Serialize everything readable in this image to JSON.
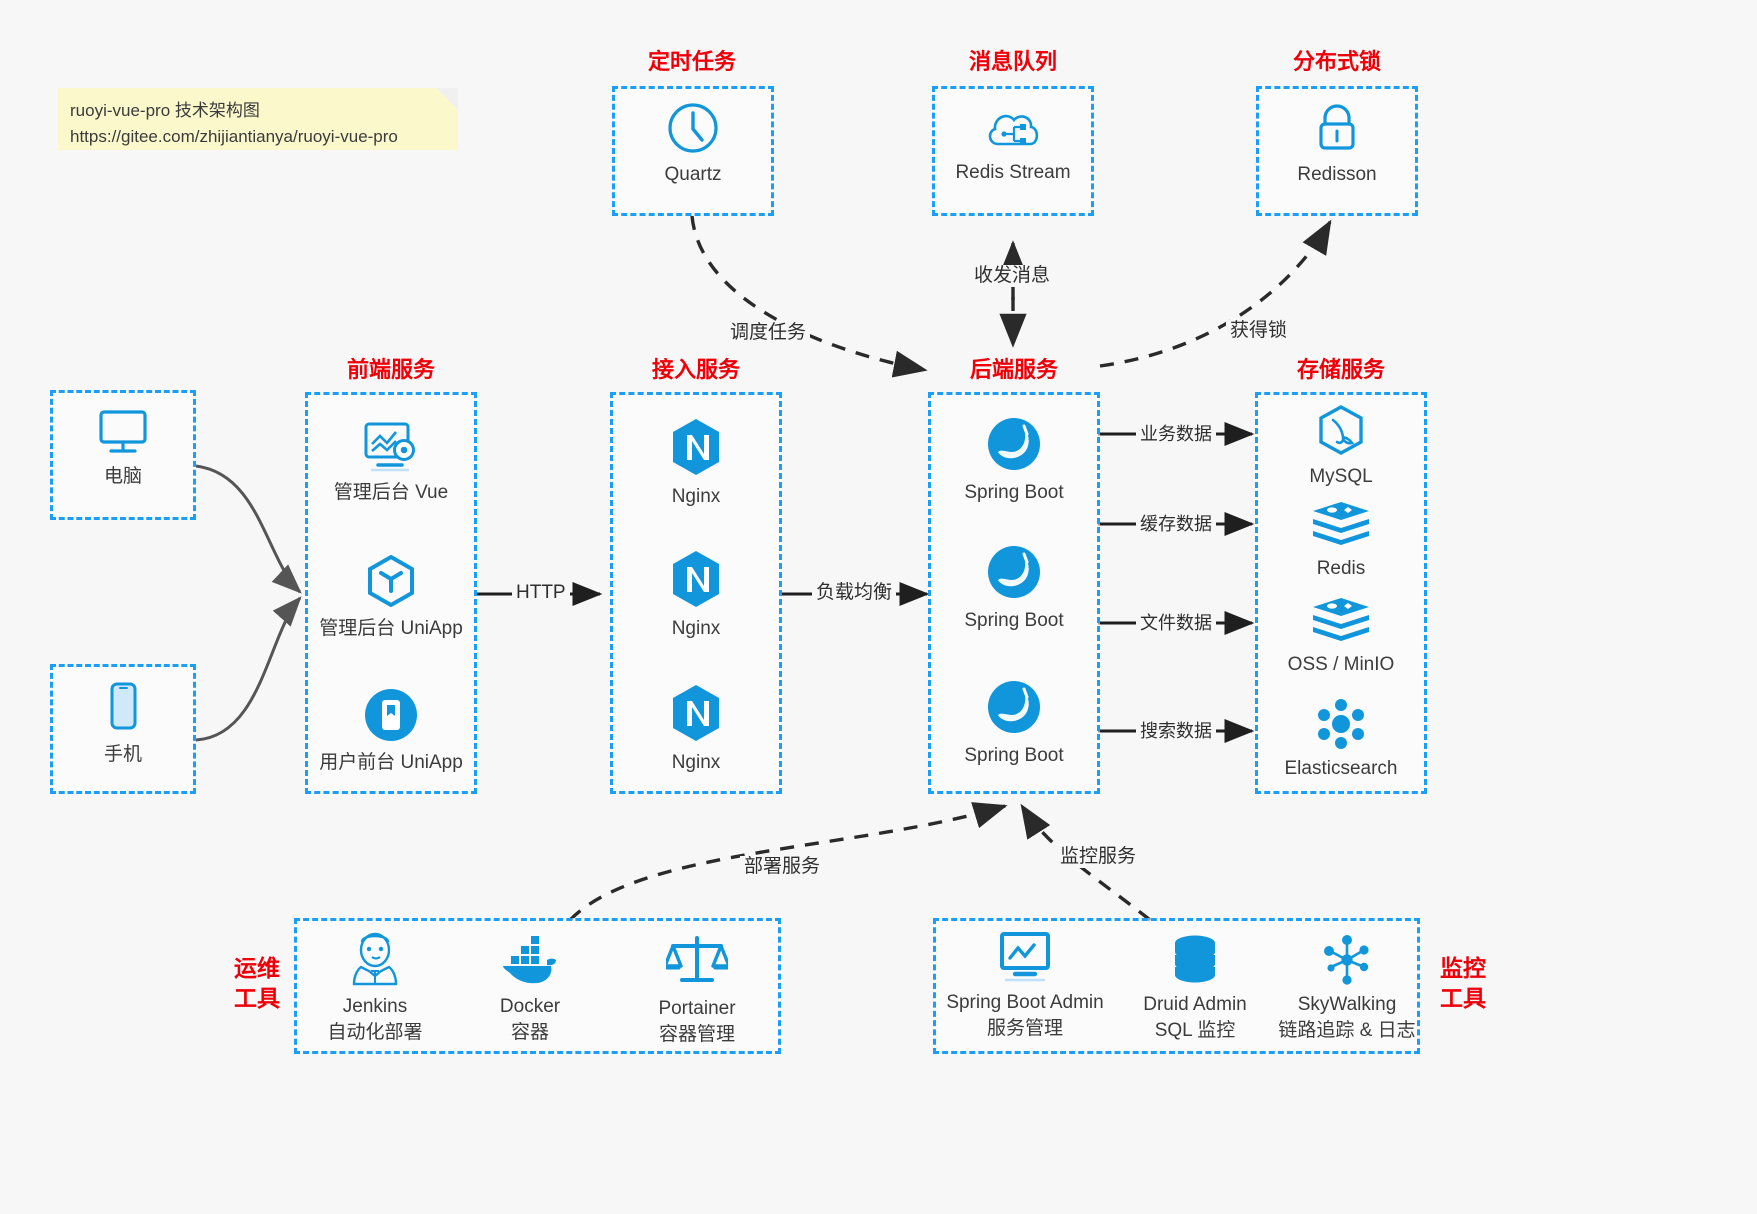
{
  "note": {
    "line1": "ruoyi-vue-pro 技术架构图",
    "line2": "https://gitee.com/zhijiantianya/ruoyi-vue-pro"
  },
  "colors": {
    "group_border": "#1a9ef7",
    "group_title": "#ef0008",
    "icon_blue": "#1296db",
    "canvas": "#f7f7f7",
    "note_bg": "#fbf8cc",
    "arrow": "#1f1f1f",
    "curve": "#555555"
  },
  "groups": {
    "scheduler": {
      "title": "定时任务",
      "nodes": [
        {
          "label": "Quartz",
          "icon": "clock-icon"
        }
      ]
    },
    "mq": {
      "title": "消息队列",
      "nodes": [
        {
          "label": "Redis Stream",
          "icon": "cloud-stream-icon"
        }
      ]
    },
    "lock": {
      "title": "分布式锁",
      "nodes": [
        {
          "label": "Redisson",
          "icon": "lock-icon"
        }
      ]
    },
    "clients": {
      "title": "",
      "nodes": [
        {
          "label": "电脑",
          "icon": "desktop-icon"
        },
        {
          "label": "手机",
          "icon": "mobile-icon"
        }
      ]
    },
    "frontend": {
      "title": "前端服务",
      "nodes": [
        {
          "label": "管理后台 Vue",
          "icon": "dashboard-icon"
        },
        {
          "label": "管理后台 UniApp",
          "icon": "cube-icon"
        },
        {
          "label": "用户前台 UniApp",
          "icon": "app-icon"
        }
      ]
    },
    "gateway": {
      "title": "接入服务",
      "nodes": [
        {
          "label": "Nginx",
          "icon": "nginx-icon"
        },
        {
          "label": "Nginx",
          "icon": "nginx-icon"
        },
        {
          "label": "Nginx",
          "icon": "nginx-icon"
        }
      ]
    },
    "backend": {
      "title": "后端服务",
      "nodes": [
        {
          "label": "Spring Boot",
          "icon": "spring-icon"
        },
        {
          "label": "Spring Boot",
          "icon": "spring-icon"
        },
        {
          "label": "Spring Boot",
          "icon": "spring-icon"
        }
      ]
    },
    "storage": {
      "title": "存储服务",
      "nodes": [
        {
          "label": "MySQL",
          "icon": "mysql-icon"
        },
        {
          "label": "Redis",
          "icon": "redis-icon"
        },
        {
          "label": "OSS / MinIO",
          "icon": "oss-icon"
        },
        {
          "label": "Elasticsearch",
          "icon": "elasticsearch-icon"
        }
      ]
    },
    "devops": {
      "title": "运维\n工具",
      "title_line1": "运维",
      "title_line2": "工具",
      "nodes": [
        {
          "label": "Jenkins",
          "sub": "自动化部署",
          "icon": "jenkins-icon"
        },
        {
          "label": "Docker",
          "sub": "容器",
          "icon": "docker-icon"
        },
        {
          "label": "Portainer",
          "sub": "容器管理",
          "icon": "scales-icon"
        }
      ]
    },
    "monitor": {
      "title_line1": "监控",
      "title_line2": "工具",
      "nodes": [
        {
          "label": "Spring Boot Admin",
          "sub": "服务管理",
          "icon": "monitor-chart-icon"
        },
        {
          "label": "Druid Admin",
          "sub": "SQL 监控",
          "icon": "database-icon"
        },
        {
          "label": "SkyWalking",
          "sub": "链路追踪 & 日志",
          "icon": "network-nodes-icon"
        }
      ]
    }
  },
  "edges": {
    "http": "HTTP",
    "load_balance": "负载均衡",
    "schedule_task": "调度任务",
    "mq_send_receive": "收发消息",
    "acquire_lock": "获得锁",
    "business_data": "业务数据",
    "cache_data": "缓存数据",
    "file_data": "文件数据",
    "search_data": "搜索数据",
    "deploy_service": "部署服务",
    "monitor_service": "监控服务"
  }
}
